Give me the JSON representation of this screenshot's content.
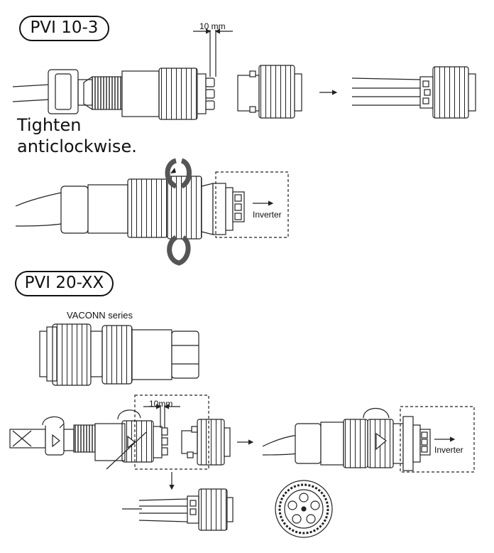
{
  "sections": [
    {
      "title": "PVI 10-3",
      "dimension_label": "10 mm",
      "instruction_line1": "Tighten",
      "instruction_line2": "anticlockwise.",
      "output_label": "Inverter"
    },
    {
      "title": "PVI 20-XX",
      "series_label": "VACONN series",
      "dimension_label": "10mm",
      "output_label": "Inverter"
    }
  ],
  "colors": {
    "line": "#222222",
    "rotation_band": "#555555",
    "background": "#ffffff"
  }
}
